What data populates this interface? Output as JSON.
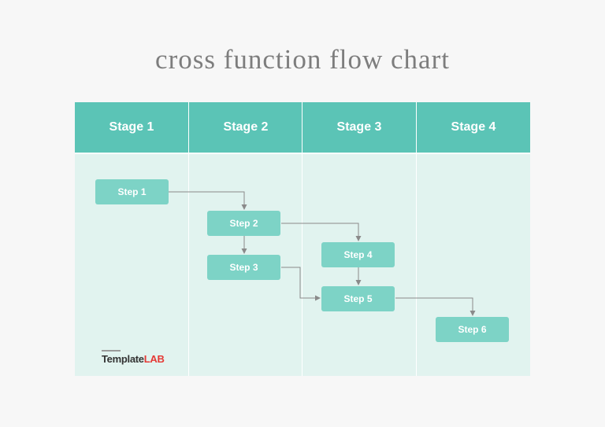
{
  "title": "cross function flow chart",
  "lanes": [
    {
      "label": "Stage 1"
    },
    {
      "label": "Stage 2"
    },
    {
      "label": "Stage 3"
    },
    {
      "label": "Stage 4"
    }
  ],
  "steps": [
    {
      "label": "Step 1"
    },
    {
      "label": "Step 2"
    },
    {
      "label": "Step 3"
    },
    {
      "label": "Step 4"
    },
    {
      "label": "Step 5"
    },
    {
      "label": "Step 6"
    }
  ],
  "logo": {
    "text_part": "Template",
    "accent_part": "LAB"
  },
  "colors": {
    "header": "#5bc4b6",
    "lane_bg": "#e1f3ef",
    "step": "#7dd3c6",
    "connector": "#8a8a8a"
  }
}
